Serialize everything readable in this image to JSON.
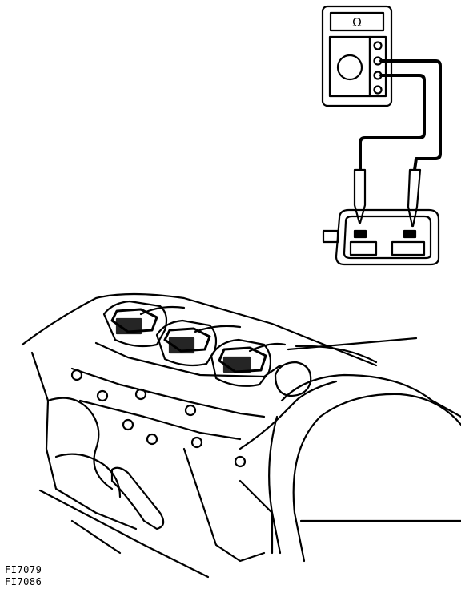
{
  "meter": {
    "unit_symbol": "Ω"
  },
  "figure_codes": [
    "FI7079",
    "FI7086"
  ],
  "colors": {
    "line": "#000000",
    "background": "#ffffff"
  }
}
